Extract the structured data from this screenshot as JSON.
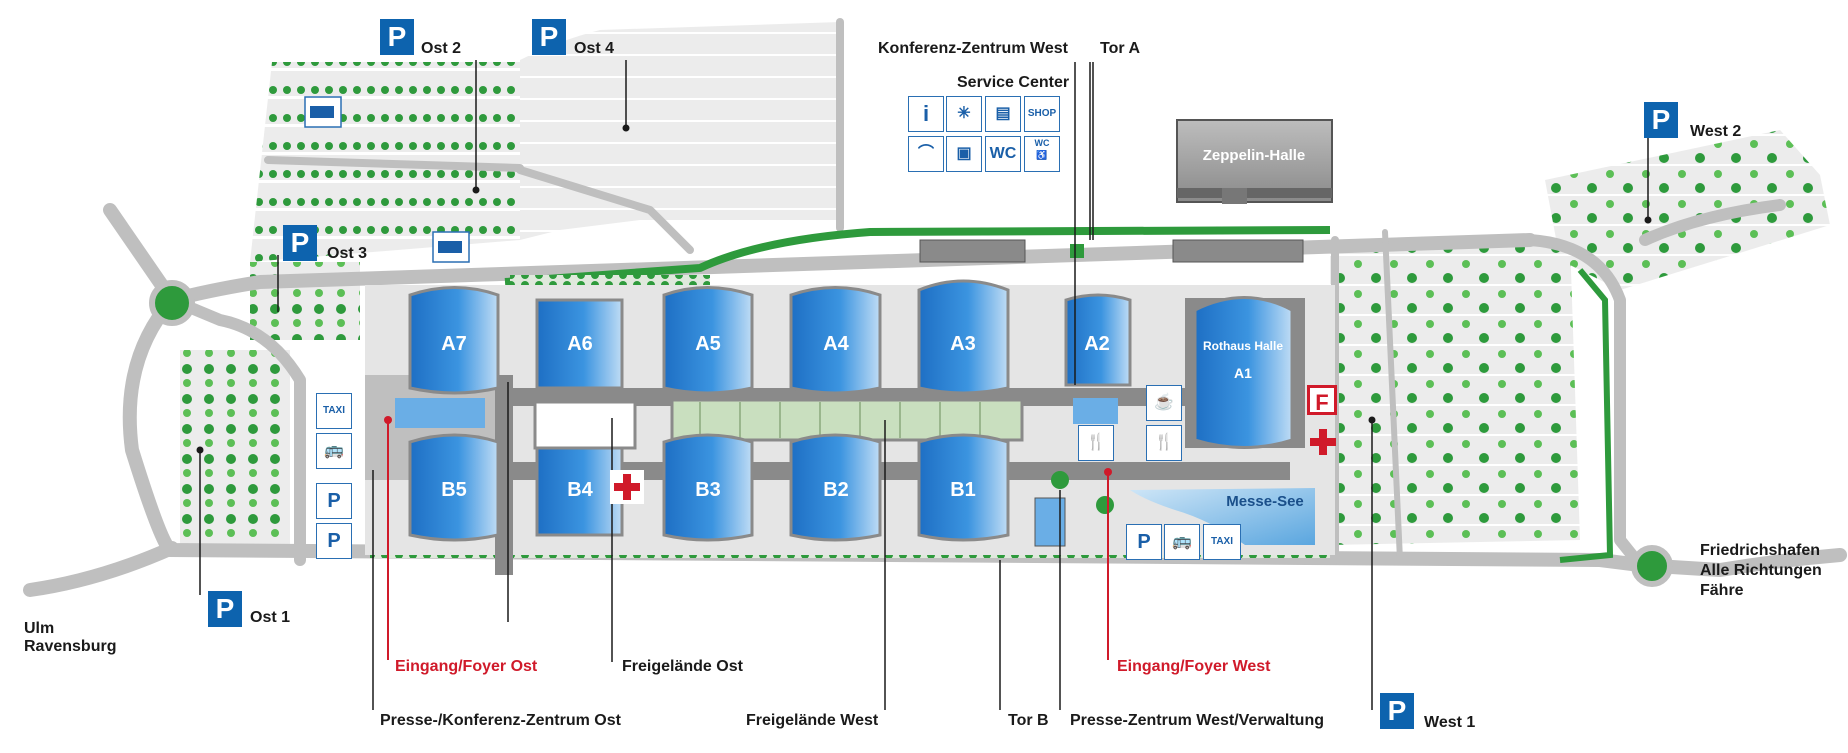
{
  "halls": {
    "a7": "A7",
    "a6": "A6",
    "a5": "A5",
    "a4": "A4",
    "a3": "A3",
    "a2": "A2",
    "a1": "A1",
    "rothaus": "Rothaus Halle",
    "b5": "B5",
    "b4": "B4",
    "b3": "B3",
    "b2": "B2",
    "b1": "B1"
  },
  "buildings": {
    "zeppelin": "Zeppelin-Halle",
    "messe_see": "Messe-See"
  },
  "parking": {
    "symbol": "P",
    "ost1": "Ost 1",
    "ost2": "Ost 2",
    "ost3": "Ost 3",
    "ost4": "Ost 4",
    "west1": "West 1",
    "west2": "West 2"
  },
  "labels": {
    "konferenz_west": "Konferenz-Zentrum West",
    "tor_a": "Tor A",
    "service_center": "Service Center",
    "eingang_ost": "Eingang/Foyer Ost",
    "eingang_west": "Eingang/Foyer West",
    "freigelaende_ost": "Freigelände Ost",
    "freigelaende_west": "Freigelände West",
    "presse_ost": "Presse-/Konferenz-Zentrum Ost",
    "tor_b": "Tor B",
    "presse_west": "Presse-Zentrum West/Verwaltung",
    "ulm": "Ulm",
    "ravensburg": "Ravensburg",
    "fhafen": "Friedrichshafen",
    "richtungen": "Alle Richtungen",
    "faehre": "Fähre"
  },
  "service_icons": {
    "info": "i",
    "shop": "SHOP",
    "wc": "WC",
    "wc_small": "WC",
    "taxi": "TAXI",
    "fire": "F"
  },
  "colors": {
    "hall_blue": "#2a7fd0",
    "parking_blue": "#0d63ae",
    "entrance_red": "#d01a2a",
    "tree_green": "#2e9a3c"
  }
}
